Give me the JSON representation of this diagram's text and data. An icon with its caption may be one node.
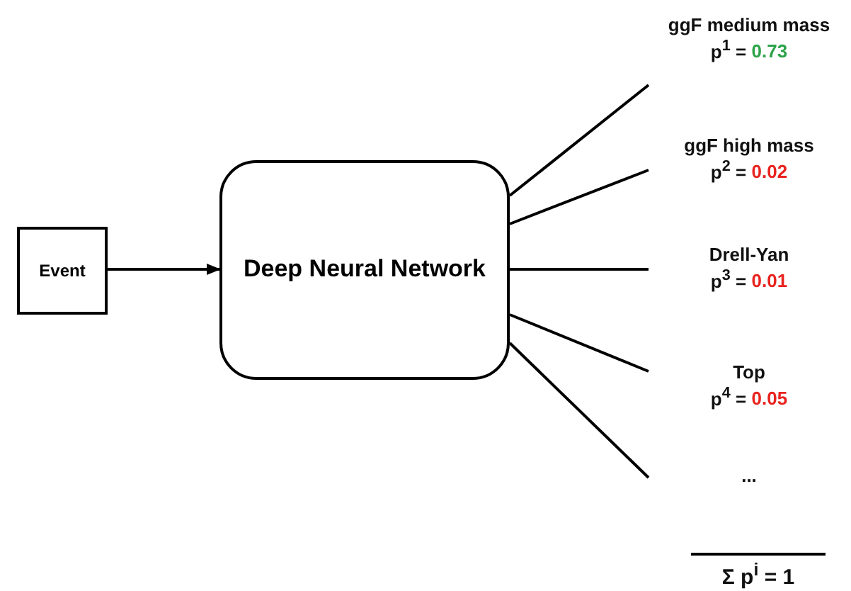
{
  "diagram": {
    "nodes": [
      {
        "text": [
          "Event"
        ]
      },
      {
        "text": [
          "Deep Neural Network"
        ]
      },
      {
        "text": [
          "ggF medium mass",
          "p$^{1}$ =",
          "0.73"
        ]
      },
      {
        "text": [
          "ggF high mass",
          "p$^{2}$ =",
          "0.02"
        ]
      },
      {
        "text": [
          "Drell-Yan",
          "p$^{3}$ =",
          "0.01"
        ]
      },
      {
        "text": [
          "Top",
          "p$^{4}$ =",
          "0.05"
        ]
      },
      {
        "text": [
          "..."
        ]
      }
    ],
    "edges": [
      {
        "from": 0,
        "to": 1,
        "arrow": "to"
      },
      {
        "from": 1,
        "to": 2,
        "arrow": "none"
      },
      {
        "from": 1,
        "to": 3,
        "arrow": "none"
      },
      {
        "from": 1,
        "to": 4,
        "arrow": "none"
      },
      {
        "from": 1,
        "to": 5,
        "arrow": "none"
      },
      {
        "from": 1,
        "to": 6,
        "arrow": "none"
      }
    ],
    "labels": [
      "Σ p$^{i}$ = 1"
    ]
  }
}
